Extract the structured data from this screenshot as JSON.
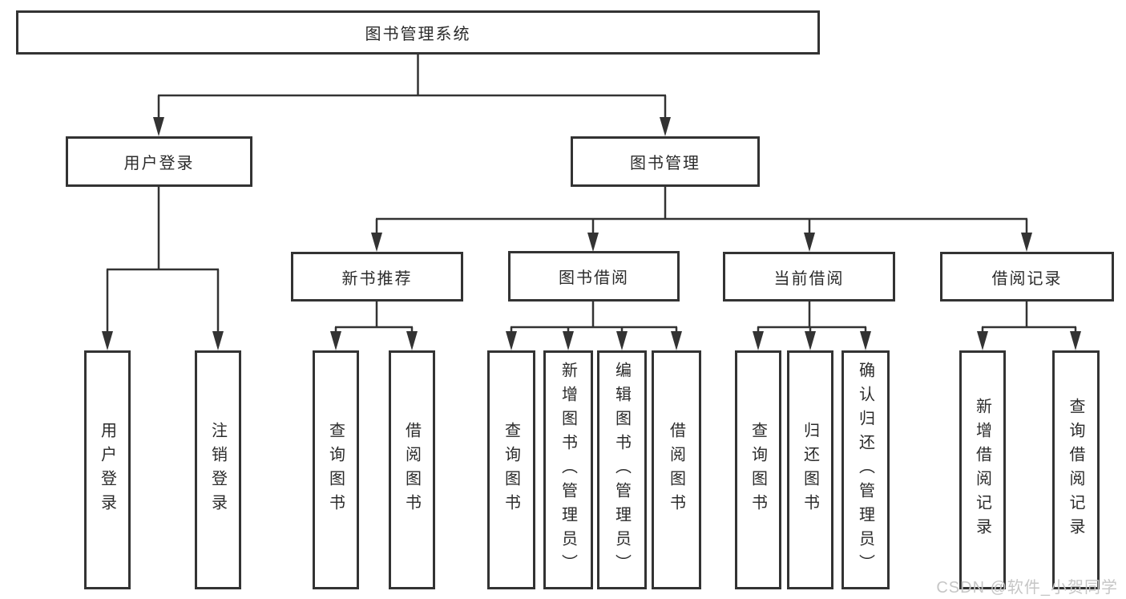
{
  "diagram": {
    "root": {
      "label": "图书管理系统"
    },
    "branches": [
      {
        "label": "用户登录",
        "children": [
          {
            "label": "用户登录"
          },
          {
            "label": "注销登录"
          }
        ]
      },
      {
        "label": "图书管理",
        "children": [
          {
            "label": "新书推荐",
            "children": [
              {
                "label": "查询图书"
              },
              {
                "label": "借阅图书"
              }
            ]
          },
          {
            "label": "图书借阅",
            "children": [
              {
                "label": "查询图书"
              },
              {
                "label": "新增图书（管理员）"
              },
              {
                "label": "编辑图书（管理员）"
              },
              {
                "label": "借阅图书"
              }
            ]
          },
          {
            "label": "当前借阅",
            "children": [
              {
                "label": "查询图书"
              },
              {
                "label": "归还图书"
              },
              {
                "label": "确认归还（管理员）"
              }
            ]
          },
          {
            "label": "借阅记录",
            "children": [
              {
                "label": "新增借阅记录"
              },
              {
                "label": "查询借阅记录"
              }
            ]
          }
        ]
      }
    ]
  },
  "watermark": {
    "text": "CSDN @软件_小贺同学"
  },
  "colors": {
    "line": "#333333",
    "text": "#2b2b2b",
    "watermark": "#c6c6c6",
    "background": "#ffffff"
  }
}
